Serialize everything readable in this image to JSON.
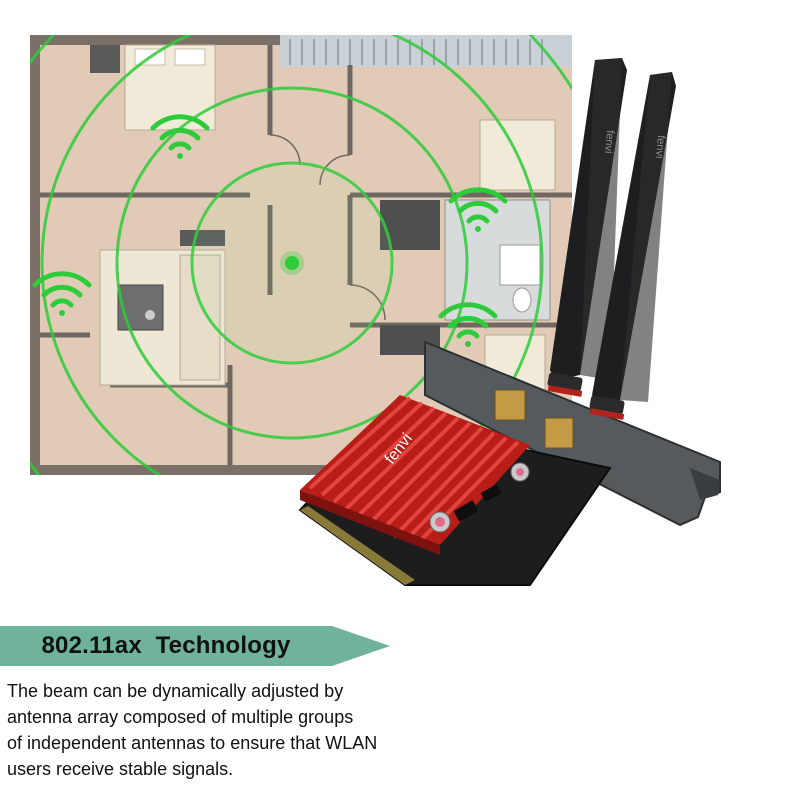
{
  "product_image": {
    "antenna_logo": "fenvi",
    "heatsink_logo": "fenvi",
    "colors": {
      "heatsink": "#c8211c",
      "pcb": "#1c1c1c",
      "bracket": "#4a4a4a",
      "signal": "#2ecc3a",
      "floor": "#dcc3ad"
    },
    "icons": [
      "wifi-signal-icon",
      "access-point-icon"
    ]
  },
  "feature": {
    "headline": "802.11ax  Technology",
    "headline_color": "#6fb39a",
    "description_lines": [
      "The beam can be dynamically adjusted by",
      "antenna array composed of multiple groups",
      "of independent antennas to ensure that WLAN",
      "users receive stable signals."
    ]
  }
}
